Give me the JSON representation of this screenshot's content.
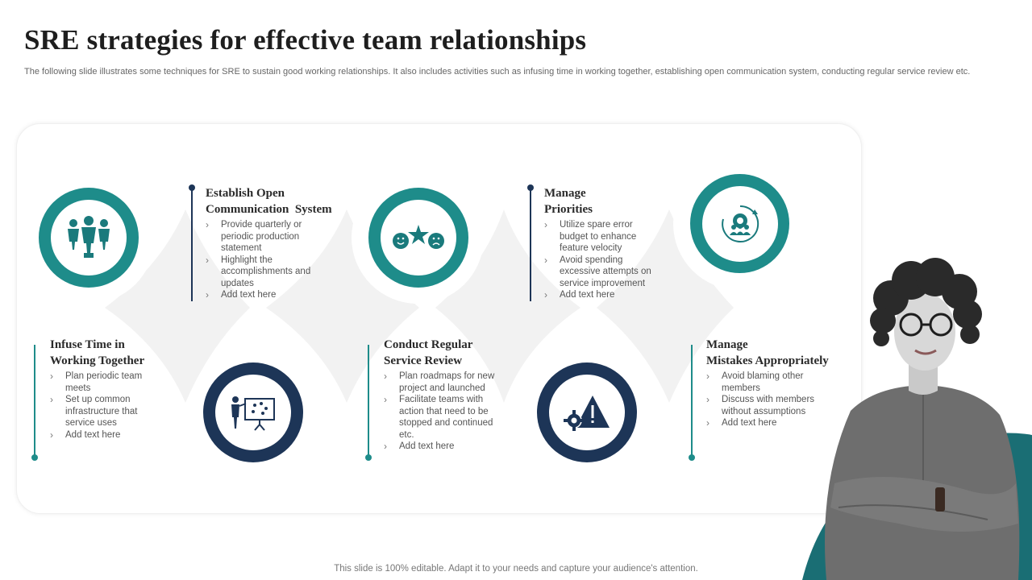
{
  "title": "SRE strategies for effective team relationships",
  "subtitle": "The following slide illustrates some techniques for SRE  to sustain good working relationships. It also includes activities such as infusing time in working together, establishing open communication system, conducting regular service review etc.",
  "colors": {
    "teal": "#1e8c8a",
    "navy": "#1d3557",
    "panel_shape": "#f2f2f2",
    "accent_teal": "#1a7a7c"
  },
  "icons": [
    "team-icon",
    "feedback-faces-icon",
    "team-gear-icon",
    "presentation-icon",
    "gear-warning-icon"
  ],
  "strategies": [
    {
      "title_line1": "Infuse Time in",
      "title_line2": "Working Together",
      "bullets": [
        "Plan periodic team meets",
        "Set up common infrastructure that service uses",
        "Add text here"
      ]
    },
    {
      "title_line1": "Establish Open",
      "title_line2": "Communication  System",
      "bullets": [
        "Provide quarterly or periodic production statement",
        "Highlight the accomplishments and updates",
        "Add text here"
      ]
    },
    {
      "title_line1": "Conduct Regular",
      "title_line2": "Service Review",
      "bullets": [
        "Plan roadmaps for new project and launched",
        "Facilitate teams with action that need to be stopped and continued etc.",
        "Add text here"
      ]
    },
    {
      "title_line1": "Manage",
      "title_line2": "Priorities",
      "bullets": [
        "Utilize spare error budget to enhance feature velocity",
        "Avoid spending excessive attempts on service improvement",
        "Add text here"
      ]
    },
    {
      "title_line1": "Manage",
      "title_line2": "Mistakes Appropriately",
      "bullets": [
        "Avoid blaming other members",
        "Discuss with members without assumptions",
        "Add text here"
      ]
    }
  ],
  "footer": "This slide is 100% editable. Adapt it to your needs and capture your audience's attention."
}
